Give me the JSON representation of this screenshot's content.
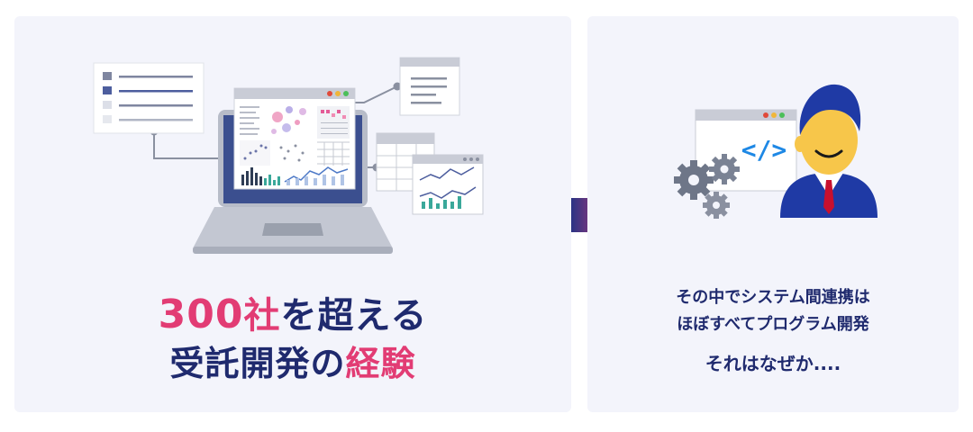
{
  "headline": {
    "line1": {
      "number": "300",
      "accent": "社",
      "rest": "を超える"
    },
    "line2": {
      "main": "受託開発の",
      "accent": "経験"
    }
  },
  "caption": {
    "line1": "その中でシステム間連携は",
    "line2": "ほぼすべてプログラム開発",
    "line3": "それはなぜか...."
  },
  "code_symbol": "</>",
  "colors": {
    "panel": "#f3f4fb",
    "navy": "#1f2a6e",
    "accent": "#e23c74",
    "laptop": "#b7bcc8",
    "screen_frame": "#3b4f8f"
  },
  "icons": [
    "laptop-icon",
    "dashboard-icon",
    "list-card-icon",
    "document-card-icon",
    "table-icon",
    "chart-window-icon",
    "arrow-right-icon",
    "code-window-icon",
    "gear-icon",
    "developer-avatar-icon"
  ]
}
